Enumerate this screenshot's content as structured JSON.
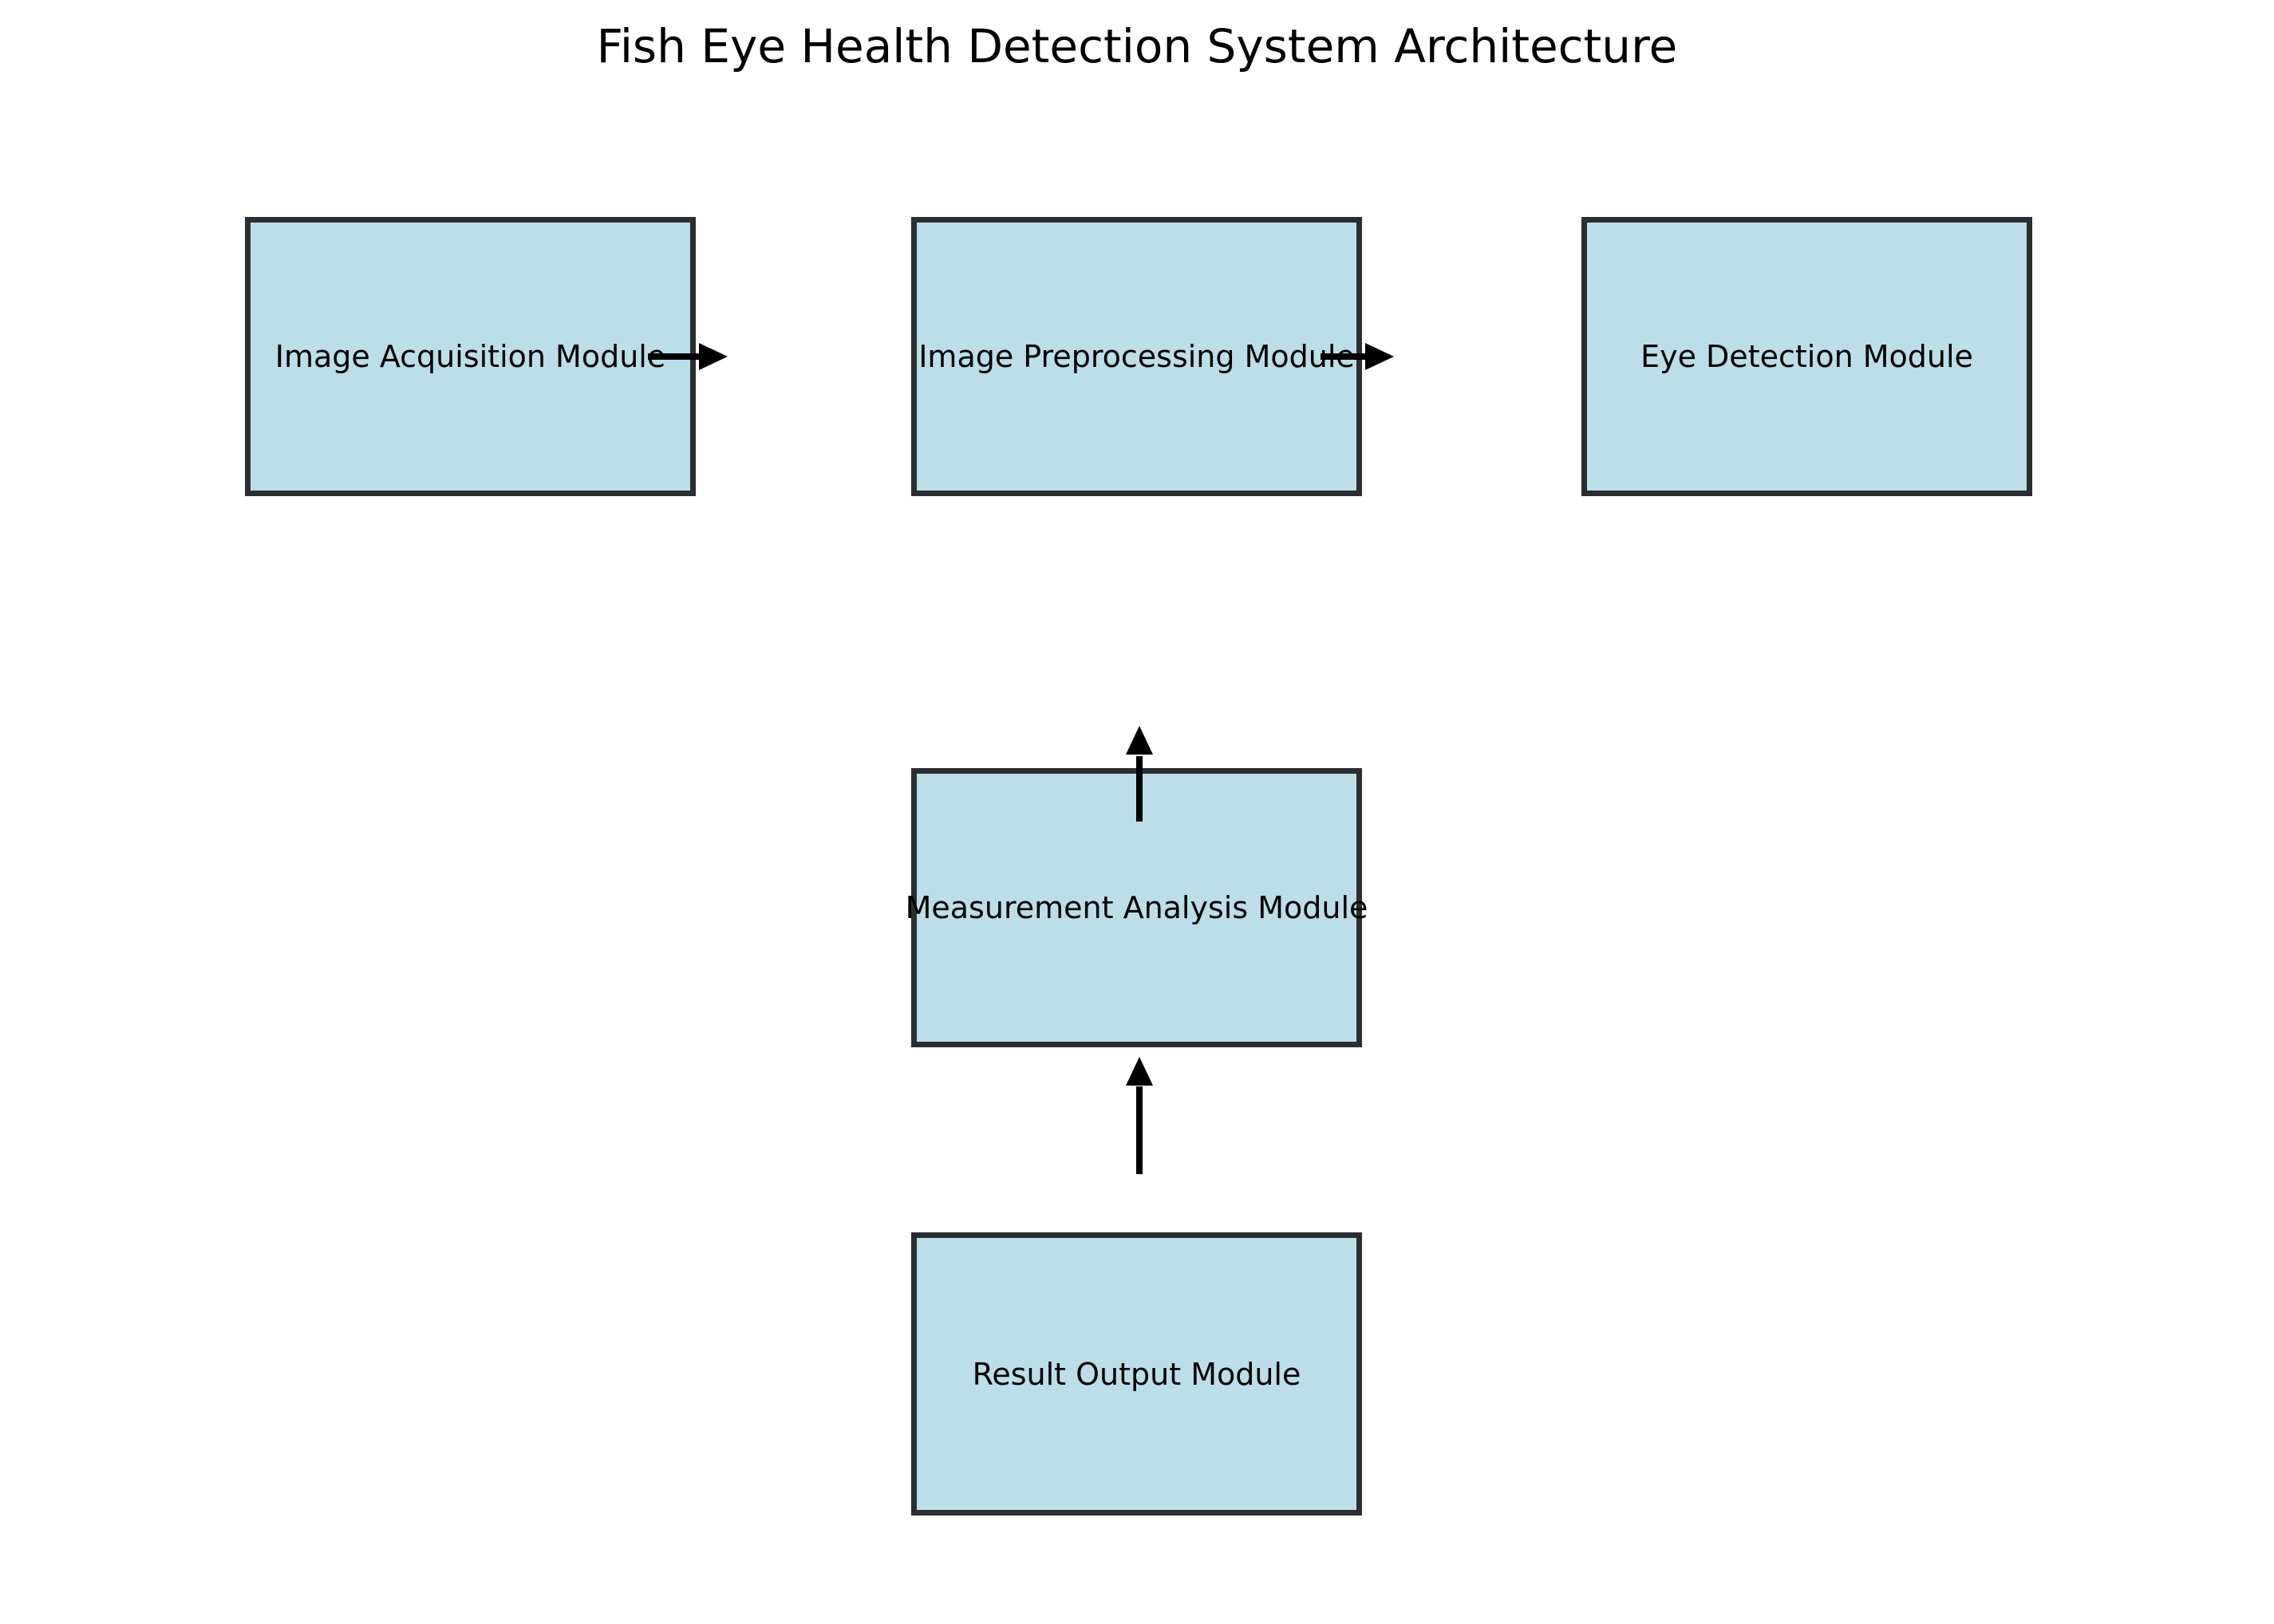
{
  "title": "Fish Eye Health Detection System Architecture",
  "colors": {
    "node_fill": "#bcdee9",
    "node_border": "#2a2e30",
    "arrow": "#000000",
    "background": "#ffffff",
    "text": "#000000"
  },
  "nodes": [
    {
      "id": "image-acquisition",
      "label": "Image Acquisition Module"
    },
    {
      "id": "image-preprocessing",
      "label": "Image Preprocessing Module"
    },
    {
      "id": "eye-detection",
      "label": "Eye Detection Module"
    },
    {
      "id": "measurement-analysis",
      "label": "Measurement Analysis Module"
    },
    {
      "id": "result-output",
      "label": "Result Output Module"
    }
  ],
  "edges": [
    {
      "from": "image-acquisition",
      "to": "image-preprocessing",
      "direction": "right"
    },
    {
      "from": "image-preprocessing",
      "to": "eye-detection",
      "direction": "right"
    },
    {
      "from": "measurement-analysis",
      "to": "row-above",
      "direction": "up"
    },
    {
      "from": "result-output",
      "to": "measurement-analysis",
      "direction": "up"
    }
  ]
}
